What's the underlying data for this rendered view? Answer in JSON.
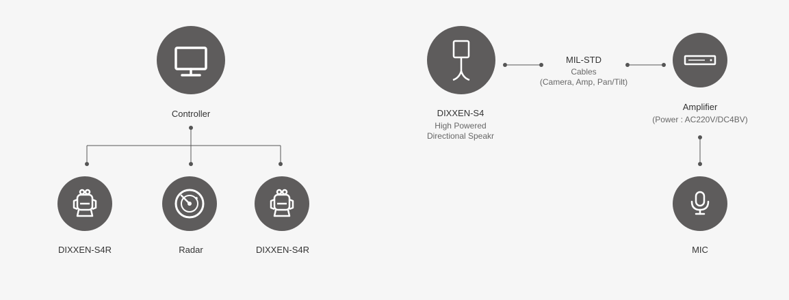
{
  "colors": {
    "background": "#f6f6f6",
    "node_fill": "#5e5c5c",
    "icon_stroke": "#ffffff",
    "line": "#555555",
    "text_main": "#333333",
    "text_sub": "#666666"
  },
  "nodes": {
    "controller": {
      "label": "Controller",
      "icon": "monitor-icon"
    },
    "cam_left": {
      "label": "DIXXEN-S4R",
      "icon": "camera-robot-icon"
    },
    "radar": {
      "label": "Radar",
      "icon": "radar-icon"
    },
    "cam_right": {
      "label": "DIXXEN-S4R",
      "icon": "camera-robot-icon"
    },
    "speaker": {
      "label": "DIXXEN-S4",
      "sub1": "High Powered",
      "sub2": "Directional Speakr",
      "icon": "speaker-icon"
    },
    "amplifier": {
      "label": "Amplifier",
      "sub1": "(Power : AC220V/DC4BV)",
      "icon": "amplifier-icon"
    },
    "mic": {
      "label": "MIC",
      "icon": "microphone-icon"
    }
  },
  "link": {
    "title": "MIL-STD",
    "sub1": "Cables",
    "sub2": "(Camera, Amp, Pan/Tilt)"
  }
}
